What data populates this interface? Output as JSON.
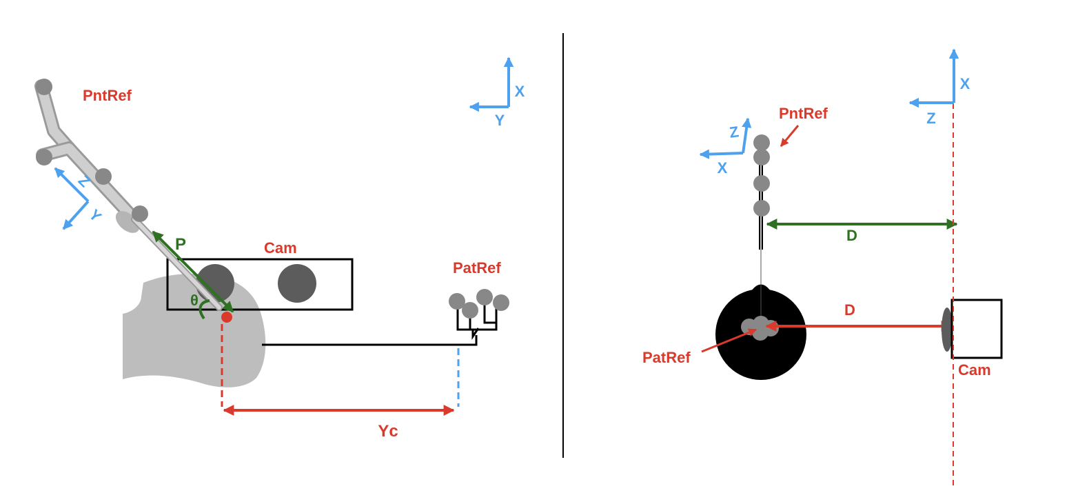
{
  "colors": {
    "red": "#d93a2b",
    "green": "#2f7022",
    "blue": "#4ea1ee",
    "black": "#000000",
    "probe_gray": "#bcbcbc",
    "marker_gray": "#888888",
    "head_gray": "#bdbdbd",
    "lens_gray": "#5c5c5c"
  },
  "left_panel": {
    "pntref_label": "PntRef",
    "cam_label": "Cam",
    "patref_label": "PatRef",
    "p_label": "P",
    "theta_label": "θ",
    "yc_label": "Yc",
    "axes": {
      "x_label": "X",
      "y_label": "Y"
    },
    "probe_axes": {
      "z_label": "Z",
      "y_label": "Y"
    }
  },
  "right_panel": {
    "pntref_label": "PntRef",
    "patref_label": "PatRef",
    "cam_label": "Cam",
    "d_top_label": "D",
    "d_bottom_label": "D",
    "axes": {
      "x_label": "X",
      "z_label": "Z"
    },
    "probe_axes": {
      "z_label": "Z",
      "x_label": "X"
    }
  }
}
